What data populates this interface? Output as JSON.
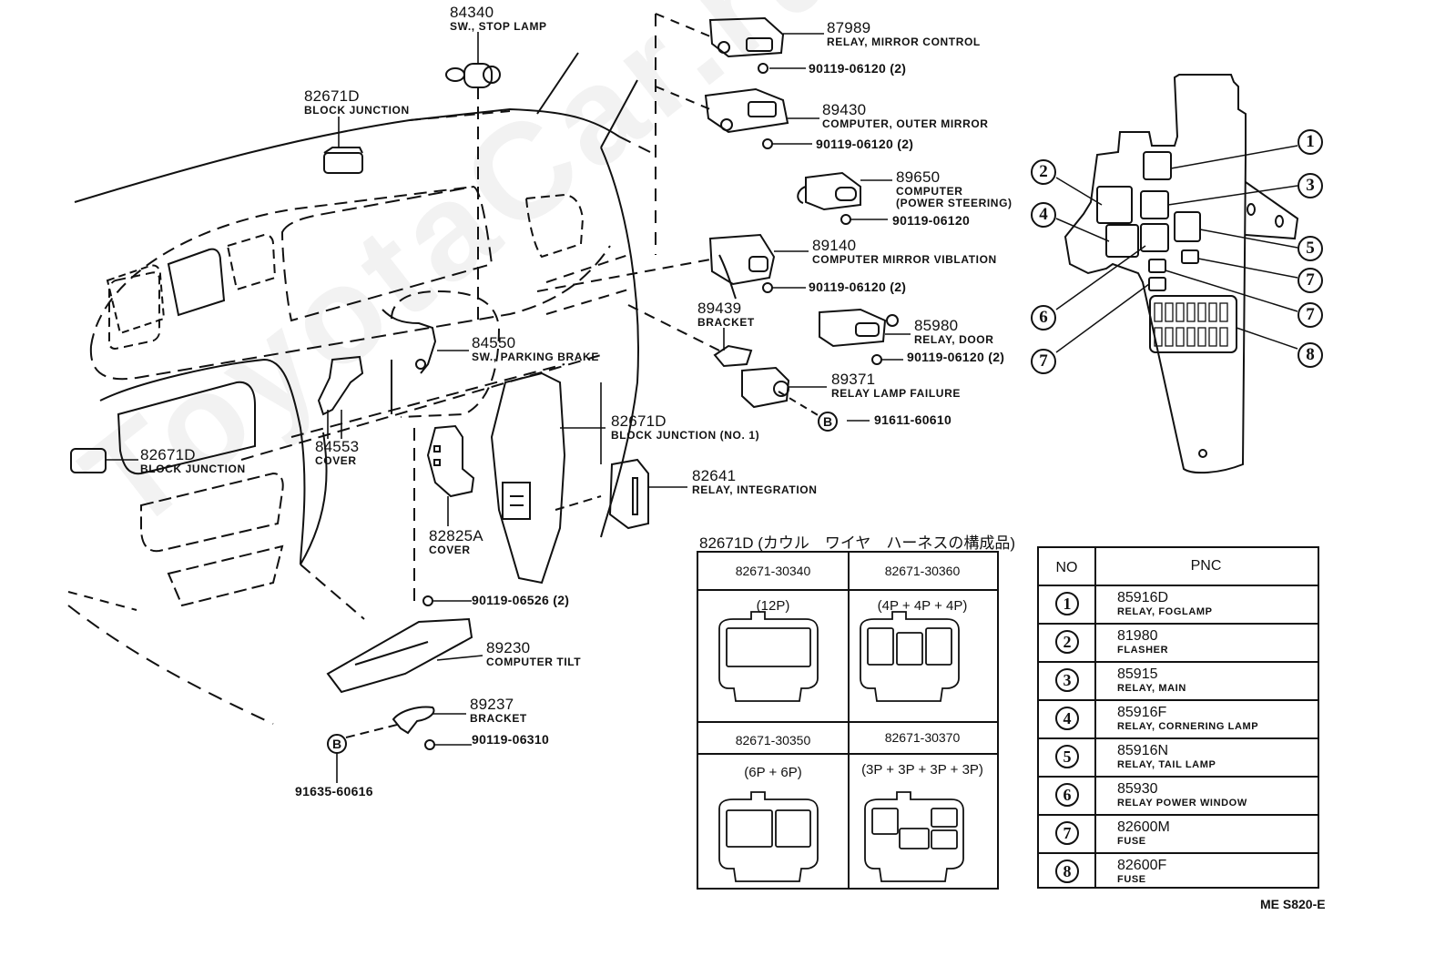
{
  "watermark": "ToyotaCar.ru",
  "parts": [
    {
      "id": "84340",
      "desc": "SW., STOP LAMP"
    },
    {
      "id": "82671D",
      "desc": "BLOCK JUNCTION"
    },
    {
      "id": "87989",
      "desc": "RELAY, MIRROR CONTROL"
    },
    {
      "id": "89430",
      "desc": "COMPUTER, OUTER MIRROR"
    },
    {
      "id": "89650",
      "desc": "COMPUTER",
      "desc2": "(POWER STEERING)"
    },
    {
      "id": "89140",
      "desc": "COMPUTER MIRROR VIBLATION"
    },
    {
      "id": "89439",
      "desc": "BRACKET"
    },
    {
      "id": "85980",
      "desc": "RELAY, DOOR"
    },
    {
      "id": "89371",
      "desc": "RELAY LAMP FAILURE"
    },
    {
      "id": "84550",
      "desc": "SW., PARKING BRAKE"
    },
    {
      "id": "82671D",
      "desc": "BLOCK JUNCTION (NO. 1)"
    },
    {
      "id": "82641",
      "desc": "RELAY, INTEGRATION"
    },
    {
      "id": "82671D",
      "desc": "BLOCK JUNCTION"
    },
    {
      "id": "84553",
      "desc": "COVER"
    },
    {
      "id": "82825A",
      "desc": "COVER"
    },
    {
      "id": "89230",
      "desc": "COMPUTER TILT"
    },
    {
      "id": "89237",
      "desc": "BRACKET"
    }
  ],
  "bolts": {
    "b1": "90119-06120 (2)",
    "b2": "90119-06120 (2)",
    "b3": "90119-06120",
    "b4": "90119-06120 (2)",
    "b5": "90119-06120 (2)",
    "b6": "91611-60610",
    "b7": "90119-06526 (2)",
    "b8": "90119-06310",
    "b9": "91635-60616"
  },
  "ref_marker": "B",
  "callouts": [
    "1",
    "2",
    "3",
    "4",
    "5",
    "6",
    "7",
    "7",
    "7",
    "8"
  ],
  "connector_table": {
    "title": "82671D (カウル　ワイヤ　ハーネスの構成品)",
    "cells": [
      {
        "part": "82671-30340",
        "pins": "(12P)"
      },
      {
        "part": "82671-30360",
        "pins": "(4P + 4P + 4P)"
      },
      {
        "part": "82671-30350",
        "pins": "(6P + 6P)"
      },
      {
        "part": "82671-30370",
        "pins": "(3P + 3P + 3P + 3P)"
      }
    ]
  },
  "pnc_table": {
    "headers": [
      "NO",
      "PNC"
    ],
    "rows": [
      {
        "no": "1",
        "pnc": "85916D",
        "desc": "RELAY, FOGLAMP"
      },
      {
        "no": "2",
        "pnc": "81980",
        "desc": "FLASHER"
      },
      {
        "no": "3",
        "pnc": "85915",
        "desc": "RELAY, MAIN"
      },
      {
        "no": "4",
        "pnc": "85916F",
        "desc": "RELAY, CORNERING LAMP"
      },
      {
        "no": "5",
        "pnc": "85916N",
        "desc": "RELAY, TAIL LAMP"
      },
      {
        "no": "6",
        "pnc": "85930",
        "desc": "RELAY POWER WINDOW"
      },
      {
        "no": "7",
        "pnc": "82600M",
        "desc": "FUSE"
      },
      {
        "no": "8",
        "pnc": "82600F",
        "desc": "FUSE"
      }
    ]
  },
  "footer_code": "ME S820-E"
}
